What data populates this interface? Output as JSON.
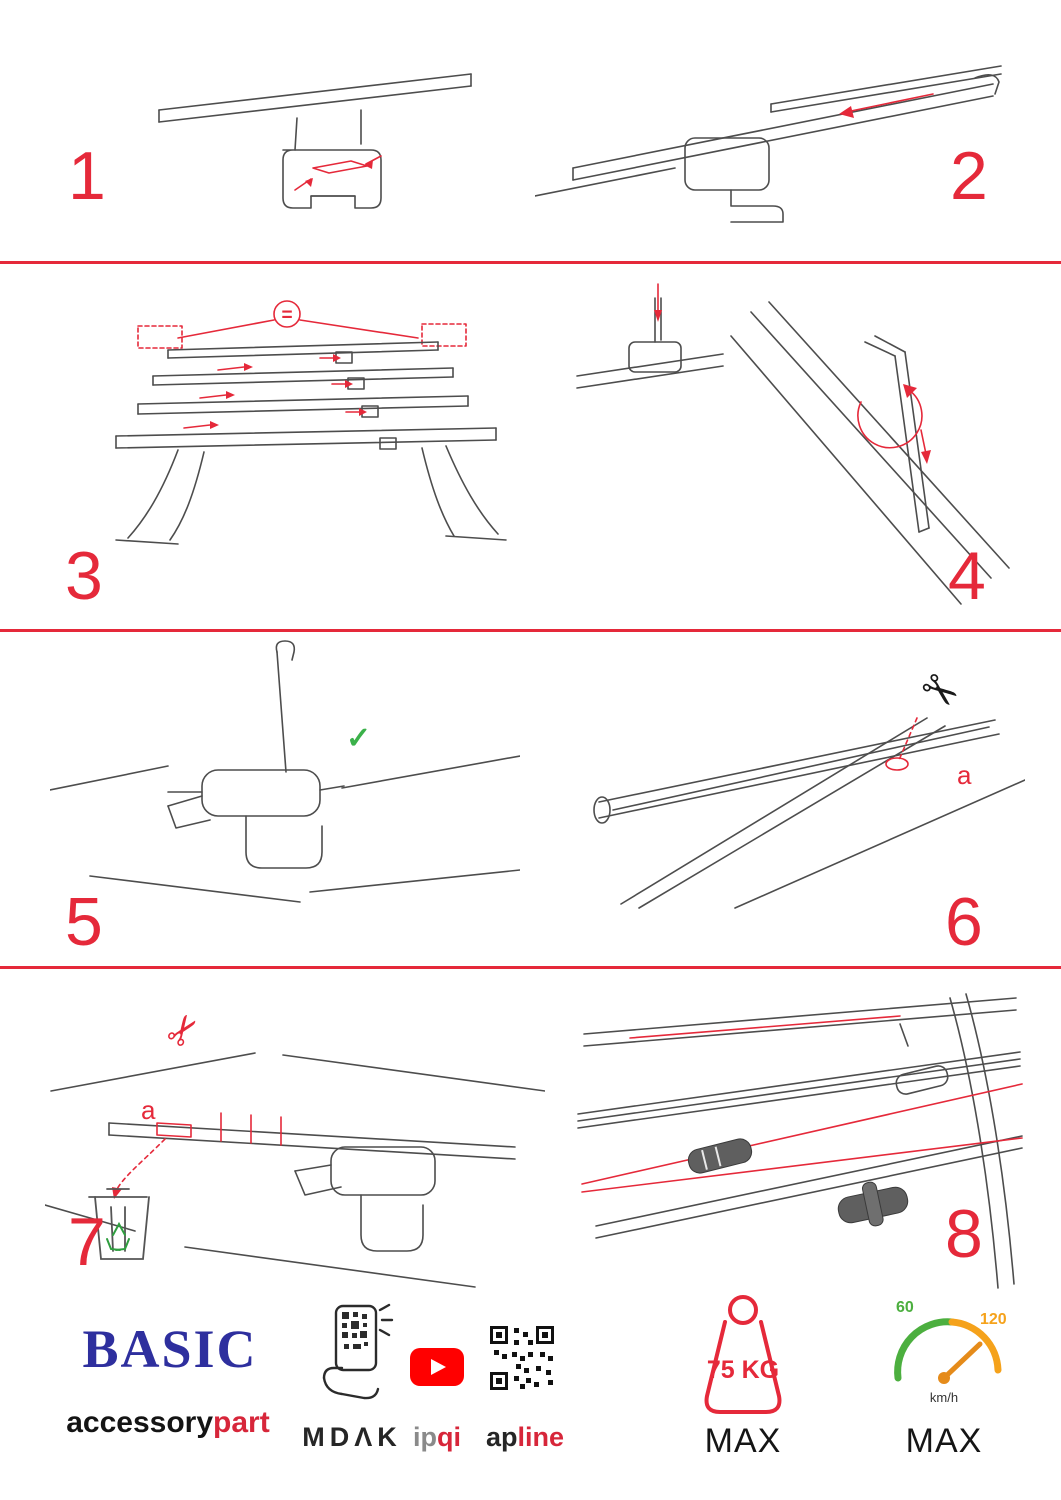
{
  "meta": {
    "colors": {
      "accent_red": "#e5293a",
      "brand_blue": "#2e2f9e",
      "check_green": "#3bb14a",
      "recycle_green": "#2f9e3f",
      "youtube_red": "#ff0000",
      "speed_green": "#4caf3f",
      "speed_orange": "#f5a21b"
    }
  },
  "steps": [
    {
      "label": "1"
    },
    {
      "label": "2"
    },
    {
      "label": "3"
    },
    {
      "label": "4"
    },
    {
      "label": "5"
    },
    {
      "label": "6"
    },
    {
      "label": "7"
    },
    {
      "label": "8"
    }
  ],
  "annotations": {
    "equals": "=",
    "check": "✓",
    "scissors": "✂",
    "label_a": "a"
  },
  "footer": {
    "brand": "BASIC",
    "accessory": "accessory",
    "part": "part",
    "mdak": "MDΛK",
    "ipqi_prefix": "ip",
    "ipqi_suffix": "qi",
    "apline_prefix": "ap",
    "apline_suffix": "line",
    "weight_value": "75 KG",
    "weight_max": "MAX",
    "speed_min": "60",
    "speed_max_label": "120",
    "speed_unit": "km/h",
    "speed_max": "MAX"
  }
}
